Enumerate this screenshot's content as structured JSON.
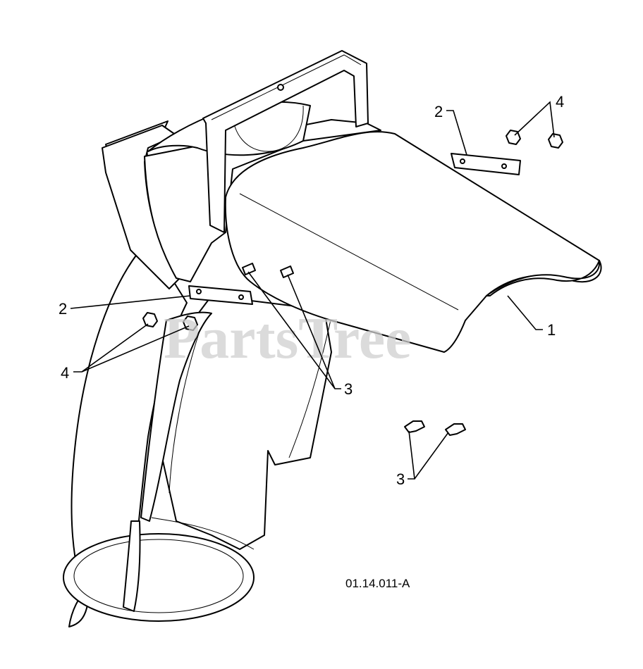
{
  "watermark": "PartsTree",
  "drawing_code": "01.14.011-A",
  "callouts": {
    "c1": "1",
    "c2_top": "2",
    "c2_left": "2",
    "c3_mid": "3",
    "c3_bottom": "3",
    "c4_top": "4",
    "c4_left": "4"
  },
  "colors": {
    "line": "#000000",
    "background": "#ffffff",
    "watermark": "#cfcfcf"
  }
}
